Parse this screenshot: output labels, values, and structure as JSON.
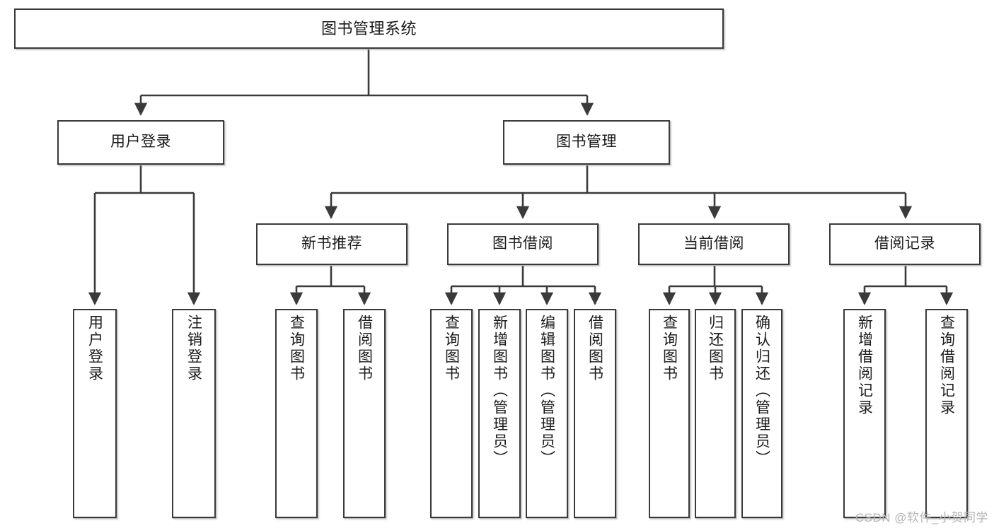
{
  "diagram": {
    "type": "tree-hierarchy",
    "title": "图书管理系统",
    "root": {
      "id": "root",
      "label": "图书管理系统"
    },
    "level1": [
      {
        "id": "user-login",
        "label": "用户登录"
      },
      {
        "id": "book-management",
        "label": "图书管理"
      }
    ],
    "level2": [
      {
        "id": "new-book-recommend",
        "label": "新书推荐",
        "parent": "book-management"
      },
      {
        "id": "book-borrow",
        "label": "图书借阅",
        "parent": "book-management"
      },
      {
        "id": "current-borrow",
        "label": "当前借阅",
        "parent": "book-management"
      },
      {
        "id": "borrow-record",
        "label": "借阅记录",
        "parent": "book-management"
      }
    ],
    "leaves": {
      "user-login": [
        {
          "id": "leaf-user-login",
          "label": "用户登录"
        },
        {
          "id": "leaf-user-logout",
          "label": "注销登录"
        }
      ],
      "new-book-recommend": [
        {
          "id": "leaf-query-book-1",
          "label": "查询图书"
        },
        {
          "id": "leaf-borrow-book-1",
          "label": "借阅图书"
        }
      ],
      "book-borrow": [
        {
          "id": "leaf-query-book-2",
          "label": "查询图书"
        },
        {
          "id": "leaf-add-book",
          "label": "新增图书（管理员）"
        },
        {
          "id": "leaf-edit-book",
          "label": "编辑图书（管理员）"
        },
        {
          "id": "leaf-borrow-book-2",
          "label": "借阅图书"
        }
      ],
      "current-borrow": [
        {
          "id": "leaf-query-book-3",
          "label": "查询图书"
        },
        {
          "id": "leaf-return-book",
          "label": "归还图书"
        },
        {
          "id": "leaf-confirm-return",
          "label": "确认归还（管理员）"
        }
      ],
      "borrow-record": [
        {
          "id": "leaf-add-record",
          "label": "新增借阅记录"
        },
        {
          "id": "leaf-query-record",
          "label": "查询借阅记录"
        }
      ]
    }
  },
  "watermark": {
    "text": "CSDN @软件_小贺同学"
  },
  "colors": {
    "border": "#3a3a3a",
    "background": "#ffffff",
    "text": "#1b1b1b",
    "edge": "#3a3a3a",
    "watermark": "#b5b5b5"
  }
}
